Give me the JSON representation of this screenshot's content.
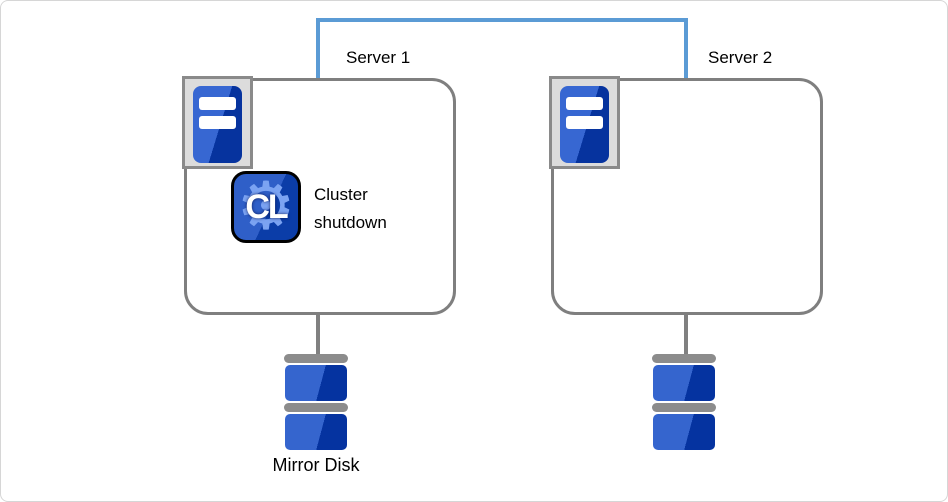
{
  "diagram": {
    "servers": [
      {
        "label": "Server 1",
        "status_caption": "Cluster shutdown"
      },
      {
        "label": "Server 2"
      }
    ],
    "storage": {
      "label": "Mirror Disk"
    },
    "icons": {
      "server_icon": "server-unit",
      "cluster_icon_glyph": "⚙",
      "cluster_icon_text": "CL"
    },
    "colors": {
      "interconnect_blue": "#5B9BD5",
      "box_border_gray": "#7F7F7F",
      "icon_panel_gray": "#DCDCDC",
      "blue_light": "#3767D2",
      "blue_dark": "#06339E",
      "disk_bar_gray": "#8C8C8C",
      "cl_badge_border": "#000000",
      "gear_light_blue": "#7BA3F2"
    }
  }
}
